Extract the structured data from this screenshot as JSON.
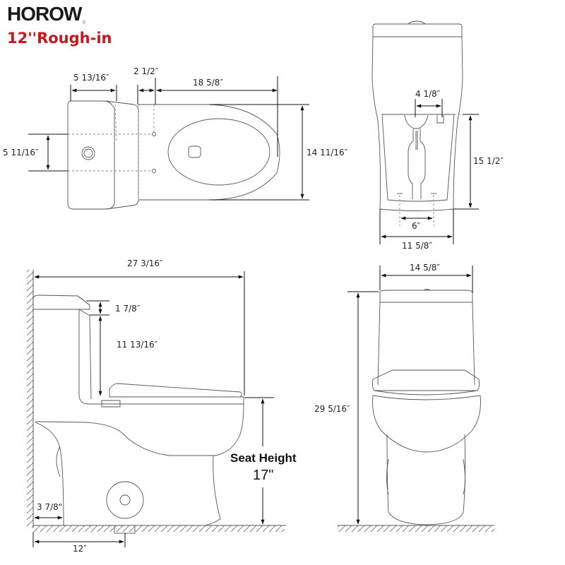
{
  "brand": {
    "name": "HOROW",
    "registered_mark": "®",
    "subtitle": "12''Rough-in",
    "accent_color": "#c8161d"
  },
  "top_view": {
    "dimensions": {
      "tank_depth": "5 13/16″",
      "bolt_offset": "2 1/2″",
      "bowl_length": "18 5/8″",
      "bolt_spacing": "5 11/16″",
      "overall_width": "14 11/16″"
    }
  },
  "rear_view": {
    "dimensions": {
      "inlet_offset": "4 1/8″",
      "base_height": "15 1/2″",
      "bolt_span": "6″",
      "base_width": "11 5/8″"
    }
  },
  "side_view": {
    "dimensions": {
      "overall_length": "27 3/16″",
      "lid_thickness": "1  7/8″",
      "tank_height": "11 13/16″",
      "wall_gap": "3 7/8\"",
      "rough_in": "12″"
    },
    "seat_height_label": "Seat Height",
    "seat_height_value": "17\""
  },
  "front_view": {
    "dimensions": {
      "tank_width": "14 5/8″",
      "overall_height": "29 5/16″"
    }
  }
}
